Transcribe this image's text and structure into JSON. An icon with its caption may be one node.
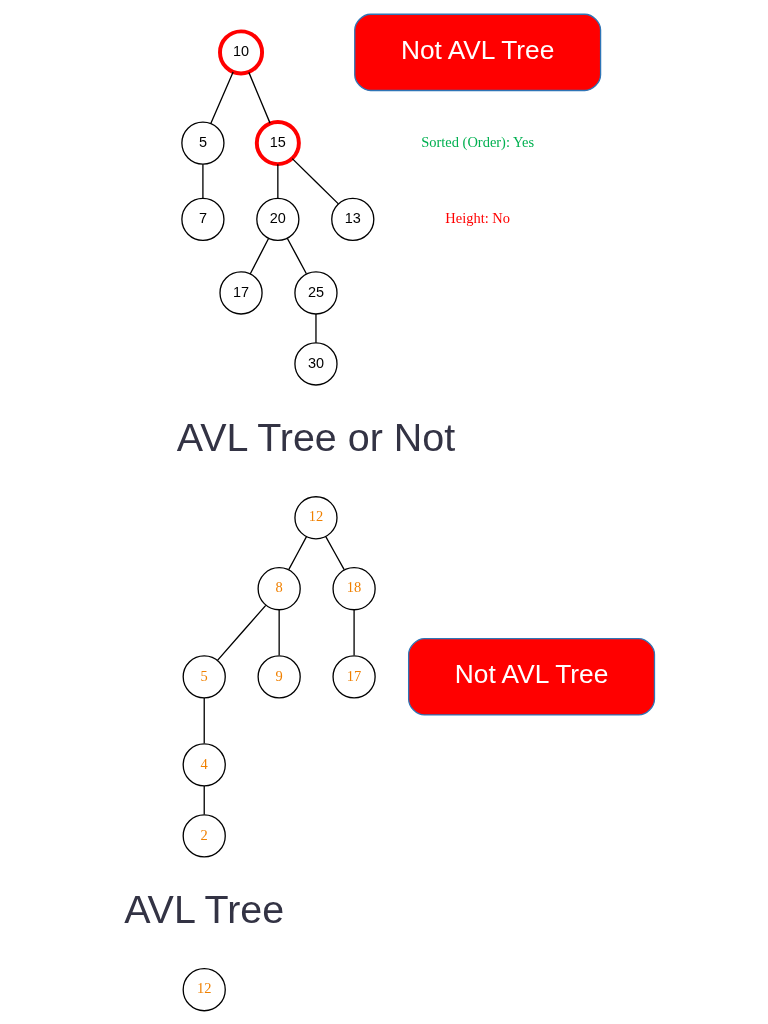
{
  "diagram": {
    "nodes": [
      {
        "text": [
          "10"
        ]
      },
      {
        "text": [
          "5"
        ]
      },
      {
        "text": [
          "15"
        ]
      },
      {
        "text": [
          "7"
        ]
      },
      {
        "text": [
          "13"
        ]
      },
      {
        "text": [
          "20"
        ]
      },
      {
        "text": [
          "17"
        ]
      },
      {
        "text": [
          "25"
        ]
      },
      {
        "text": [
          "30"
        ]
      },
      {
        "text": [
          "Not AVL Tree"
        ]
      },
      {
        "text": [
          "12"
        ]
      },
      {
        "text": [
          "8"
        ]
      },
      {
        "text": [
          "18"
        ]
      },
      {
        "text": [
          "5"
        ]
      },
      {
        "text": [
          "9"
        ]
      },
      {
        "text": [
          "17"
        ]
      },
      {
        "text": [
          "4"
        ]
      },
      {
        "text": [
          "2"
        ]
      },
      {
        "text": [
          "Not AVL Tree"
        ]
      },
      {
        "text": [
          "12"
        ]
      }
    ],
    "edges": [
      {
        "from": 0,
        "to": 1,
        "arrow": "none"
      },
      {
        "from": 0,
        "to": 2,
        "arrow": "none"
      },
      {
        "from": 1,
        "to": 3,
        "arrow": "none"
      },
      {
        "from": 2,
        "to": 4,
        "arrow": "none"
      },
      {
        "from": 2,
        "to": 5,
        "arrow": "none"
      },
      {
        "from": 5,
        "to": 6,
        "arrow": "none"
      },
      {
        "from": 5,
        "to": 7,
        "arrow": "none"
      },
      {
        "from": 7,
        "to": 8,
        "arrow": "none"
      },
      {
        "from": 10,
        "to": 11,
        "arrow": "none"
      },
      {
        "from": 10,
        "to": 12,
        "arrow": "none"
      },
      {
        "from": 11,
        "to": 13,
        "arrow": "none"
      },
      {
        "from": 11,
        "to": 14,
        "arrow": "none"
      },
      {
        "from": 12,
        "to": 15,
        "arrow": "none"
      },
      {
        "from": 13,
        "to": 16,
        "arrow": "none"
      },
      {
        "from": 16,
        "to": 17,
        "arrow": "none"
      }
    ],
    "labels": [
      "Sorted (Order): Yes",
      "Height: No",
      "AVL Tree or Not",
      "AVL Tree"
    ]
  }
}
